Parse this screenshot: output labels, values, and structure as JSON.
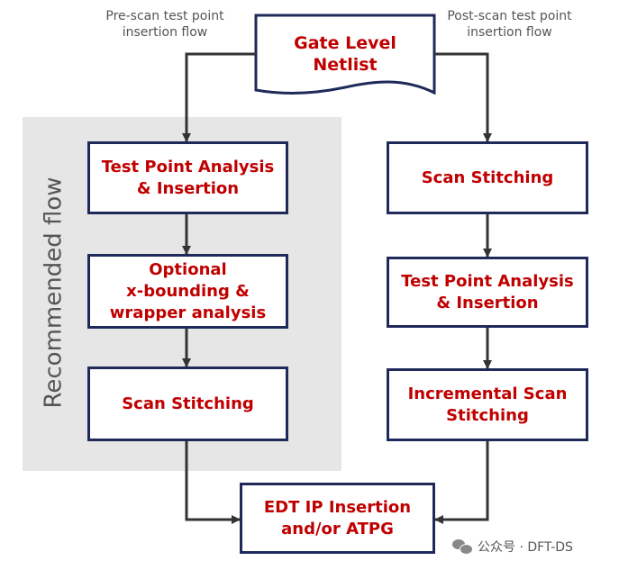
{
  "labels": {
    "pre_scan": "Pre-scan test point\ninsertion flow",
    "post_scan": "Post-scan test point\ninsertion flow",
    "recommended": "Recommended flow"
  },
  "start": {
    "netlist": "Gate Level\nNetlist"
  },
  "left_flow": {
    "step1": "Test Point Analysis\n& Insertion",
    "step2": "Optional\nx-bounding &\nwrapper analysis",
    "step3": "Scan Stitching"
  },
  "right_flow": {
    "step1": "Scan Stitching",
    "step2": "Test Point Analysis\n& Insertion",
    "step3": "Incremental Scan\nStitching"
  },
  "end": {
    "edt": "EDT IP Insertion\nand/or ATPG"
  },
  "watermark": {
    "text": "公众号 · DFT-DS",
    "icon": "wechat-icon"
  },
  "colors": {
    "box_text": "#c00000",
    "box_border": "#1f2a5a",
    "arrow": "#333333",
    "shade": "#e6e6e6"
  }
}
